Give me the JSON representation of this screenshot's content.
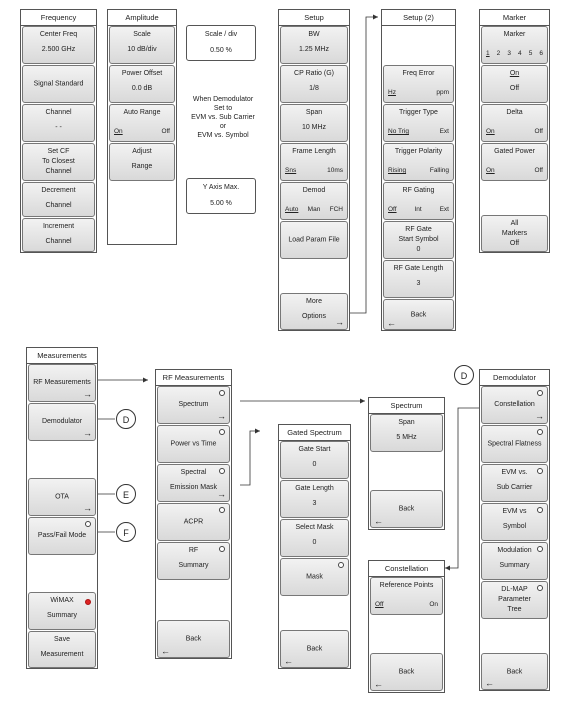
{
  "frequency": {
    "title": "Frequency",
    "center_freq": "Center Freq",
    "center_freq_val": "2.500 GHz",
    "signal_standard": "Signal Standard",
    "channel": "Channel",
    "channel_val": "- -",
    "set_cf_1": "Set CF",
    "set_cf_2": "To Closest",
    "set_cf_3": "Channel",
    "decrement": "Decrement",
    "decrement_2": "Channel",
    "increment": "Increment",
    "increment_2": "Channel"
  },
  "amplitude": {
    "title": "Amplitude",
    "scale": "Scale",
    "scale_val": "10 dB/div",
    "power_offset": "Power Offset",
    "power_offset_val": "0.0 dB",
    "auto_range": "Auto Range",
    "on": "On",
    "off": "Off",
    "adjust": "Adjust",
    "range": "Range"
  },
  "notes": {
    "scale_div": "Scale / div",
    "scale_div_val": "0.50 %",
    "demod_1": "When Demodulator",
    "demod_2": "Set to",
    "demod_3": "EVM vs. Sub Carrier",
    "demod_4": "or",
    "demod_5": "EVM vs. Symbol",
    "y_axis": "Y Axis Max.",
    "y_axis_val": "5.00 %"
  },
  "setup": {
    "title": "Setup",
    "bw": "BW",
    "bw_val": "1.25 MHz",
    "cp_ratio": "CP Ratio (G)",
    "cp_ratio_val": "1/8",
    "span": "Span",
    "span_val": "10 MHz",
    "frame_length": "Frame Length",
    "sns": "Sns",
    "ten_ms": "10ms",
    "demod": "Demod",
    "auto": "Auto",
    "man": "Man",
    "fch": "FCH",
    "load_param": "Load Param File",
    "more": "More",
    "options": "Options"
  },
  "setup2": {
    "title": "Setup (2)",
    "freq_error": "Freq Error",
    "hz": "Hz",
    "ppm": "ppm",
    "trigger_type": "Trigger Type",
    "no_trig": "No Trig",
    "ext": "Ext",
    "trigger_polarity": "Trigger Polarity",
    "rising": "Rising",
    "falling": "Falling",
    "rf_gating": "RF Gating",
    "off": "Off",
    "int": "Int",
    "ext2": "Ext",
    "rf_gate_start_1": "RF Gate",
    "rf_gate_start_2": "Start Symbol",
    "rf_gate_start_val": "0",
    "rf_gate_length": "RF Gate Length",
    "rf_gate_length_val": "3",
    "back": "Back"
  },
  "marker": {
    "title": "Marker",
    "marker": "Marker",
    "numbers": [
      "1",
      "2",
      "3",
      "4",
      "5",
      "6"
    ],
    "on": "On",
    "off": "Off",
    "delta": "Delta",
    "delta_on": "On",
    "delta_off": "Off",
    "gated_power": "Gated Power",
    "gp_on": "On",
    "gp_off": "Off",
    "all_1": "All",
    "all_2": "Markers",
    "all_3": "Off"
  },
  "measurements": {
    "title": "Measurements",
    "rf_measurements": "RF Measurements",
    "demodulator": "Demodulator",
    "ota": "OTA",
    "pass_fail": "Pass/Fail Mode",
    "wimax": "WiMAX",
    "summary": "Summary",
    "save": "Save",
    "measurement": "Measurement"
  },
  "rf_measurements": {
    "title": "RF Measurements",
    "spectrum": "Spectrum",
    "power_vs_time": "Power vs Time",
    "spectral_1": "Spectral",
    "spectral_2": "Emission Mask",
    "acpr": "ACPR",
    "rf_summary_1": "RF",
    "rf_summary_2": "Summary",
    "back": "Back"
  },
  "gated_spectrum": {
    "title": "Gated Spectrum",
    "gate_start": "Gate Start",
    "gate_start_val": "0",
    "gate_length": "Gate Length",
    "gate_length_val": "3",
    "select_mask": "Select Mask",
    "select_mask_val": "0",
    "mask": "Mask",
    "back": "Back"
  },
  "spectrum": {
    "title": "Spectrum",
    "span": "Span",
    "span_val": "5 MHz",
    "back": "Back"
  },
  "constellation": {
    "title": "Constellation",
    "ref_points": "Reference Points",
    "off": "Off",
    "on": "On",
    "back": "Back"
  },
  "demodulator": {
    "title": "Demodulator",
    "constellation": "Constellation",
    "spectral_flatness": "Spectral Flatness",
    "evm_sub_1": "EVM vs.",
    "evm_sub_2": "Sub Carrier",
    "evm_sym_1": "EVM vs",
    "evm_sym_2": "Symbol",
    "mod_summary_1": "Modulation",
    "mod_summary_2": "Summary",
    "dl_map_1": "DL-MAP",
    "dl_map_2": "Parameter",
    "dl_map_3": "Tree",
    "back": "Back"
  },
  "callouts": {
    "d": "D",
    "e": "E",
    "f": "F",
    "d2": "D"
  }
}
